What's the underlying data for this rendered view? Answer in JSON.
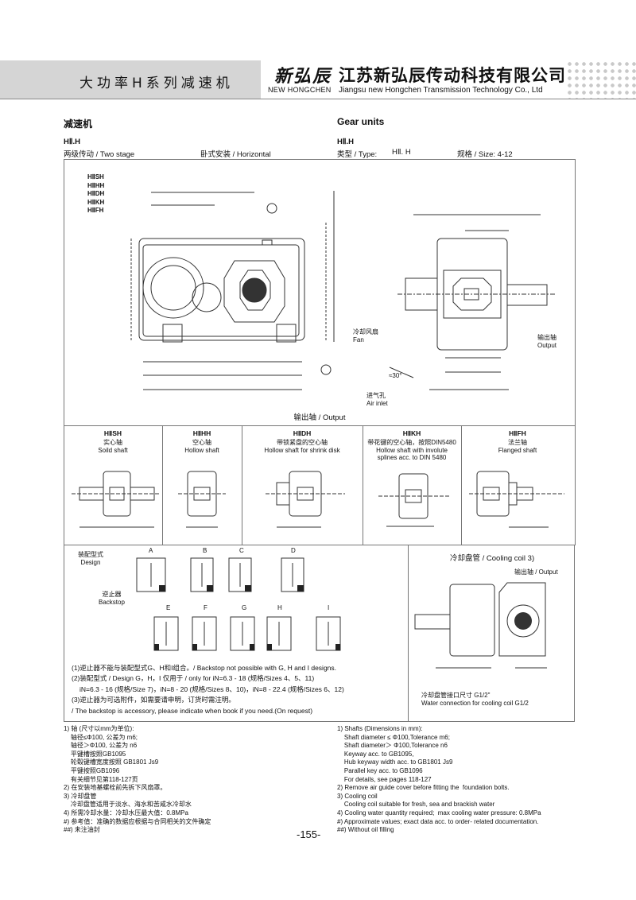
{
  "header": {
    "title_cn": "大功率H系列减速机",
    "logo_cn": "新弘辰",
    "logo_en": "NEW HONGCHEN",
    "company_cn": "江苏新弘辰传动科技有限公司",
    "company_en": "Jiangsu new Hongchen Transmission Technology Co., Ltd"
  },
  "section": {
    "title_cn": "减速机",
    "title_en": "Gear units",
    "model_left": "HⅡ.H",
    "stage": "两级传动 / Two stage",
    "mount": "卧式安装 / Horizontal",
    "model_right": "HⅡ.H",
    "type_label": "类型 / Type:",
    "type_value": "HⅡ. H",
    "size_label": "规格 / Size: 4-12"
  },
  "variants_list": [
    "HⅡSH",
    "HⅡHH",
    "HⅡDH",
    "HⅡKH",
    "HⅡFH"
  ],
  "main_labels": {
    "fan": "冷却风扇\nFan",
    "air_inlet": "进气孔\nAir inlet",
    "output": "输出轴\nOutput",
    "angle": "≈30°"
  },
  "output_bar": "输出轴 / Output",
  "shafts": [
    {
      "code": "HⅡSH",
      "cn": "实心轴",
      "en": "Soild shaft"
    },
    {
      "code": "HⅡHH",
      "cn": "空心轴",
      "en": "Hollow shaft"
    },
    {
      "code": "HⅡDH",
      "cn": "带锁紧盘的空心轴",
      "en": "Hollow shaft for shrink disk"
    },
    {
      "code": "HⅡKH",
      "cn": "带花键的空心轴，按照DIN5480",
      "en": "Hollow shaft with involute splines acc. to DIN 5480"
    },
    {
      "code": "HⅡFH",
      "cn": "法兰轴",
      "en": "Flanged shaft"
    }
  ],
  "design": {
    "label_cn": "装配型式",
    "label_en": "Design",
    "backstop_cn": "逆止器",
    "backstop_en": "Backstop",
    "letters_top": [
      "A",
      "B",
      "C",
      "D"
    ],
    "letters_bottom": [
      "E",
      "F",
      "G",
      "H",
      "I"
    ],
    "notes": [
      "(1)逆止器不能与装配型式G、H和I组合。/ Backstop not possible with G, H and I designs.",
      "(2)装配型式 / Design G，H，I 仅用于 / only for  iN=6.3 - 18 (规格/Sizes 4、5、11)",
      "iN=6.3 - 16 (规格/Size 7)，iN=8 - 20 (规格/Sizes 8、10)，iN=8 - 22.4 (规格/Sizes 6、12)",
      "(3)逆止器为可选附件，如需要请申明，订货时需注明。",
      "/ The backstop is accessory, please indicate when book if you need.(On request)"
    ]
  },
  "cooling": {
    "title": "冷却盘管 / Cooling coil   3)",
    "output": "输出轴 / Output",
    "conn_cn": "冷却盘管接口尺寸 G1/2\"",
    "conn_en": "Water connection for cooling coil G1/2"
  },
  "footnotes_cn": "1) 轴 (尺寸以mm为单位):\n    轴径≤Φ100, 公差为 m6;\n    轴径＞Φ100, 公差为 n6\n    平键槽按照GB1095\n    轮毂键槽宽度按照 GB1801 Js9\n    平键按照GB1096\n    有关细节见第118-127页\n2) 在安装地基螺栓前先拆下风扇罩。\n3) 冷却盘管\n    冷却盘管适用于淡水、海水和苦咸水冷却水\n4) 所需冷却水量：冷却水压最大值：0.8MPa\n#) 参考值：准确的数据应根据与合同相关的文件确定\n##) 未注油封",
  "footnotes_en": "1) Shafts (Dimensions in mm):\n    Shaft diameter ≤ Φ100,Tolerance m6;\n    Shaft diameter＞ Φ100,Tolerance n6\n    Keyway acc. to GB1095,\n    Hub keyway width acc. to GB1801 Js9\n    Parallel key acc. to GB1096\n    For details, see pages 118-127\n2) Remove air guide cover before fitting the  foundation bolts.\n3) Cooling coil\n    Cooling coil suitable for fresh, sea and brackish water\n4) Cooling water quantity required;  max cooling water pressure: 0.8MPa\n#) Approximate values; exact data acc. to order- related documentation.\n##) Without oil filling",
  "page": "-155-"
}
